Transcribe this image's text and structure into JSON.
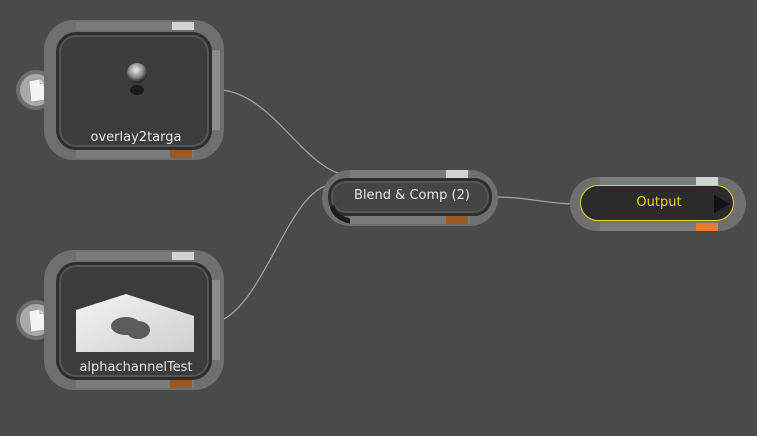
{
  "graph": {
    "background_color": "#4a4a4a",
    "nodes": [
      {
        "id": "overlay2targa",
        "label": "overlay2targa",
        "type": "image-source",
        "input_icon": "page-icon"
      },
      {
        "id": "alphachannelTest",
        "label": "alphachannelTest",
        "type": "image-source",
        "input_icon": "page-icon"
      },
      {
        "id": "blend",
        "label": "Blend & Comp (2)",
        "type": "operator"
      },
      {
        "id": "output",
        "label": "Output",
        "type": "output",
        "accent_color": "#e8d80a",
        "output_icon": "play-triangle-icon"
      }
    ],
    "connections": [
      {
        "from": "overlay2targa",
        "to": "blend"
      },
      {
        "from": "alphachannelTest",
        "to": "blend"
      },
      {
        "from": "blend",
        "to": "output"
      }
    ]
  },
  "colors": {
    "wire": "#a4a4a4",
    "node_shell": "#6f6f6f",
    "node_inner": "#3c3c3c",
    "tab_light": "#d3d3d3",
    "tab_brown": "#9a5a26",
    "tab_orange": "#f07a2c",
    "output_label": "#e8d80a"
  }
}
